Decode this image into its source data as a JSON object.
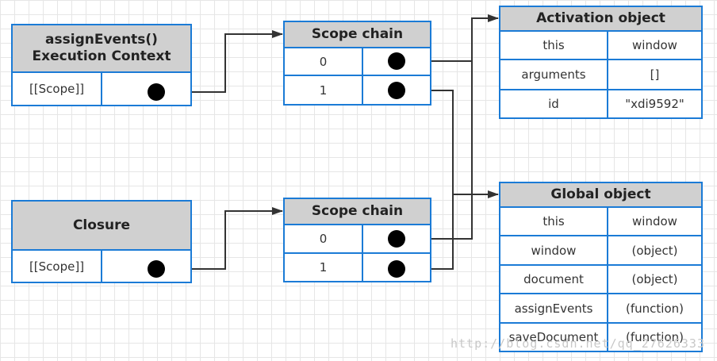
{
  "exec_context": {
    "title": "assignEvents()\nExecution Context",
    "scope_label": "[[Scope]]"
  },
  "closure": {
    "title": "Closure",
    "scope_label": "[[Scope]]"
  },
  "scope_chain_top": {
    "title": "Scope chain",
    "rows": [
      "0",
      "1"
    ]
  },
  "scope_chain_bottom": {
    "title": "Scope chain",
    "rows": [
      "0",
      "1"
    ]
  },
  "activation_object": {
    "title": "Activation object",
    "rows": [
      {
        "key": "this",
        "value": "window"
      },
      {
        "key": "arguments",
        "value": "[]"
      },
      {
        "key": "id",
        "value": "\"xdi9592\""
      }
    ]
  },
  "global_object": {
    "title": "Global object",
    "rows": [
      {
        "key": "this",
        "value": "window"
      },
      {
        "key": "window",
        "value": "(object)"
      },
      {
        "key": "document",
        "value": "(object)"
      },
      {
        "key": "assignEvents",
        "value": "(function)"
      },
      {
        "key": "saveDocument",
        "value": "(function)"
      }
    ]
  },
  "watermark": "http://blog.csdn.net/qq_27626333",
  "colors": {
    "border": "#1b7bd6",
    "header": "#d0d0d0",
    "line": "#333333"
  }
}
